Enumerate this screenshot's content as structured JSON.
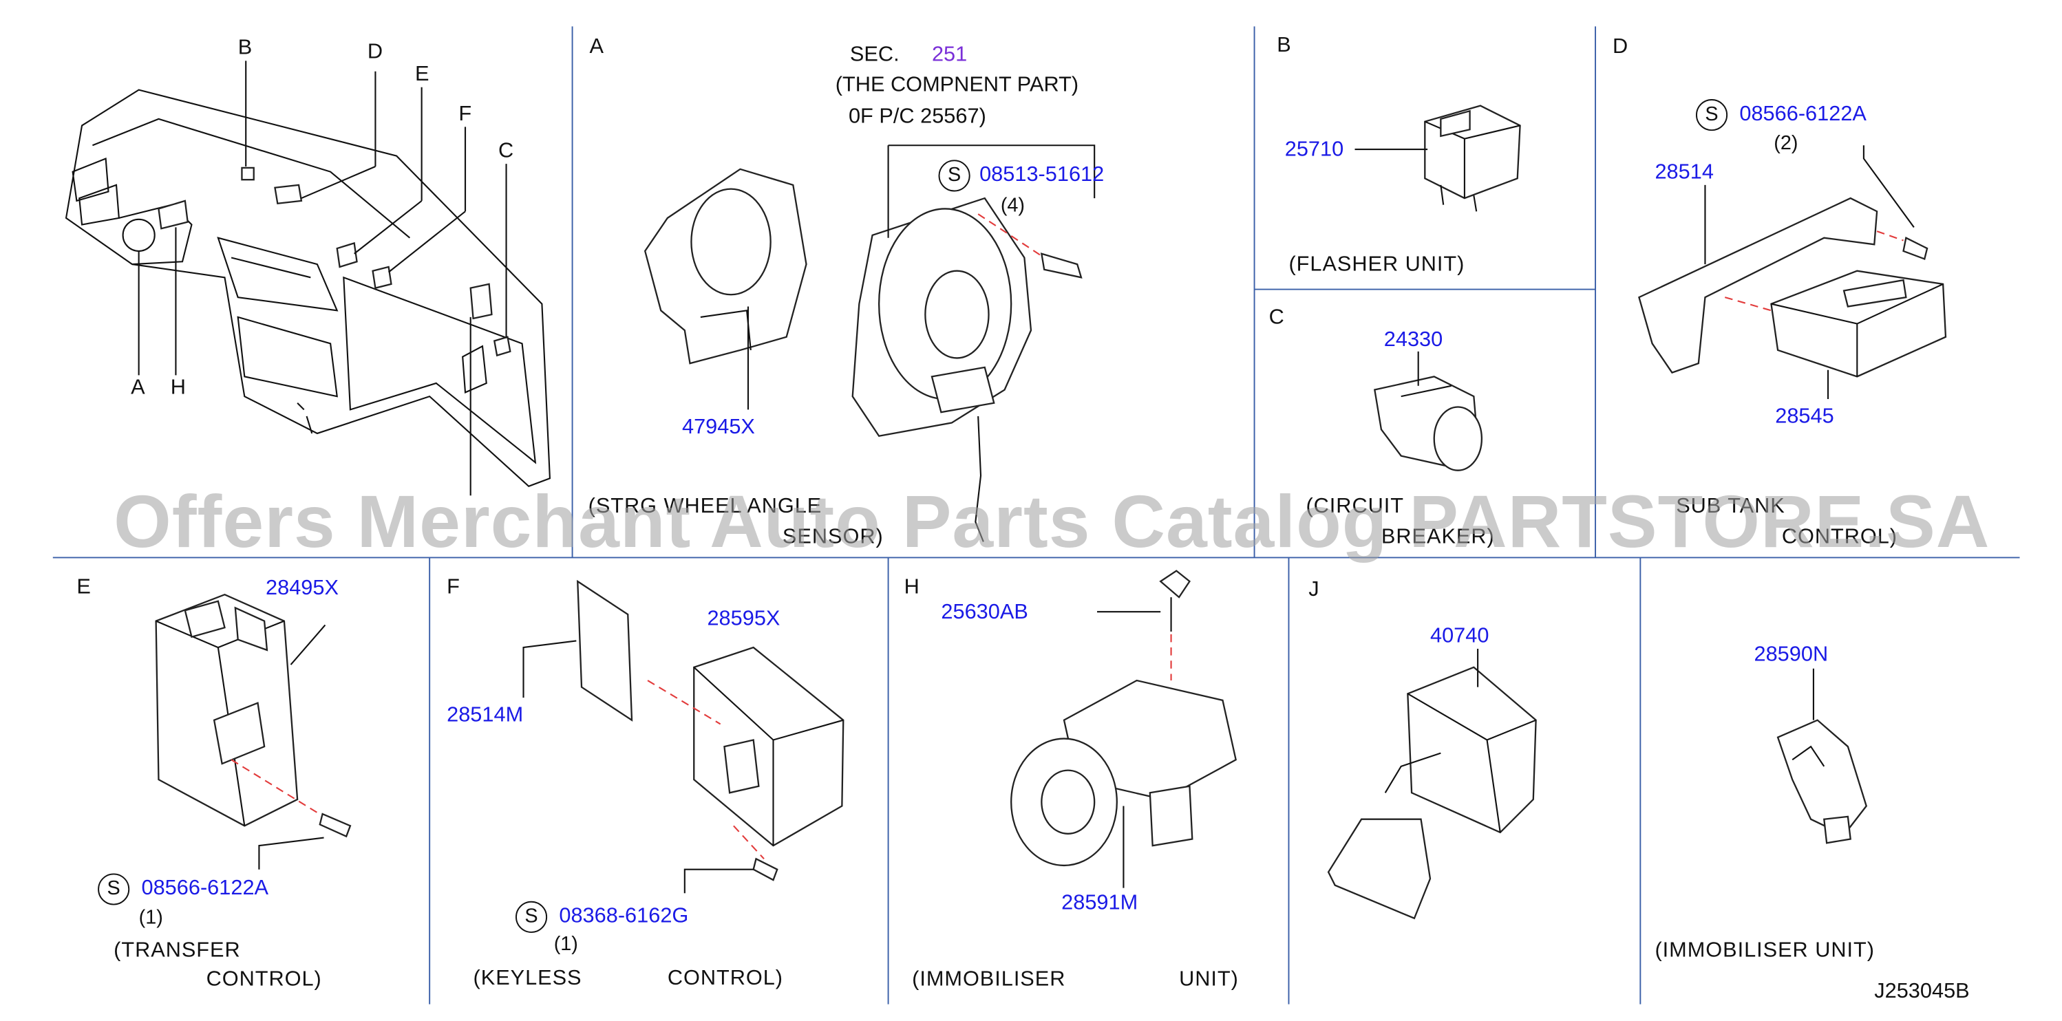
{
  "sections": {
    "overview": {
      "labels": [
        "B",
        "D",
        "E",
        "F",
        "C",
        "A",
        "H"
      ]
    },
    "A": {
      "letter": "A",
      "sec_prefix": "SEC.",
      "sec_number": "251",
      "note_line1": "(THE  COMPNENT  PART)",
      "note_line2": "0F  P/C  25567)",
      "screw_part": "08513-51612",
      "screw_qty": "(4)",
      "sensor_part": "47945X",
      "caption_line1": "(STRG  WHEEL  ANGLE",
      "caption_line2": "SENSOR)"
    },
    "B": {
      "letter": "B",
      "part": "25710",
      "caption": "(FLASHER          UNIT)"
    },
    "C": {
      "letter": "C",
      "part": "24330",
      "caption_line1": "(CIRCUIT",
      "caption_line2": "BREAKER)"
    },
    "D": {
      "letter": "D",
      "screw_part": "08566-6122A",
      "screw_qty": "(2)",
      "bracket_part": "28514",
      "unit_part": "28545",
      "caption_line1": "SUB  TANK",
      "caption_line2": "CONTROL)"
    },
    "E": {
      "letter": "E",
      "unit_part": "28495X",
      "screw_part": "08566-6122A",
      "screw_qty": "(1)",
      "caption_line1": "(TRANSFER",
      "caption_line2": "CONTROL)"
    },
    "F": {
      "letter": "F",
      "unit_part": "28595X",
      "bracket_part": "28514M",
      "screw_part": "08368-6162G",
      "screw_qty": "(1)",
      "caption_left": "(KEYLESS",
      "caption_right": "CONTROL)"
    },
    "H": {
      "letter": "H",
      "screw_part": "25630AB",
      "unit_part": "28591M",
      "caption_left": "(IMMOBILISER",
      "caption_right": "UNIT)"
    },
    "J": {
      "letter": "J",
      "part": "40740"
    },
    "K": {
      "part": "28590N",
      "caption": "(IMMOBILISER    UNIT)"
    }
  },
  "s_symbol": "S",
  "drawing_code": "J253045B",
  "watermark": "Offers Merchant Auto Parts Catalog PARTSTORE.SA"
}
